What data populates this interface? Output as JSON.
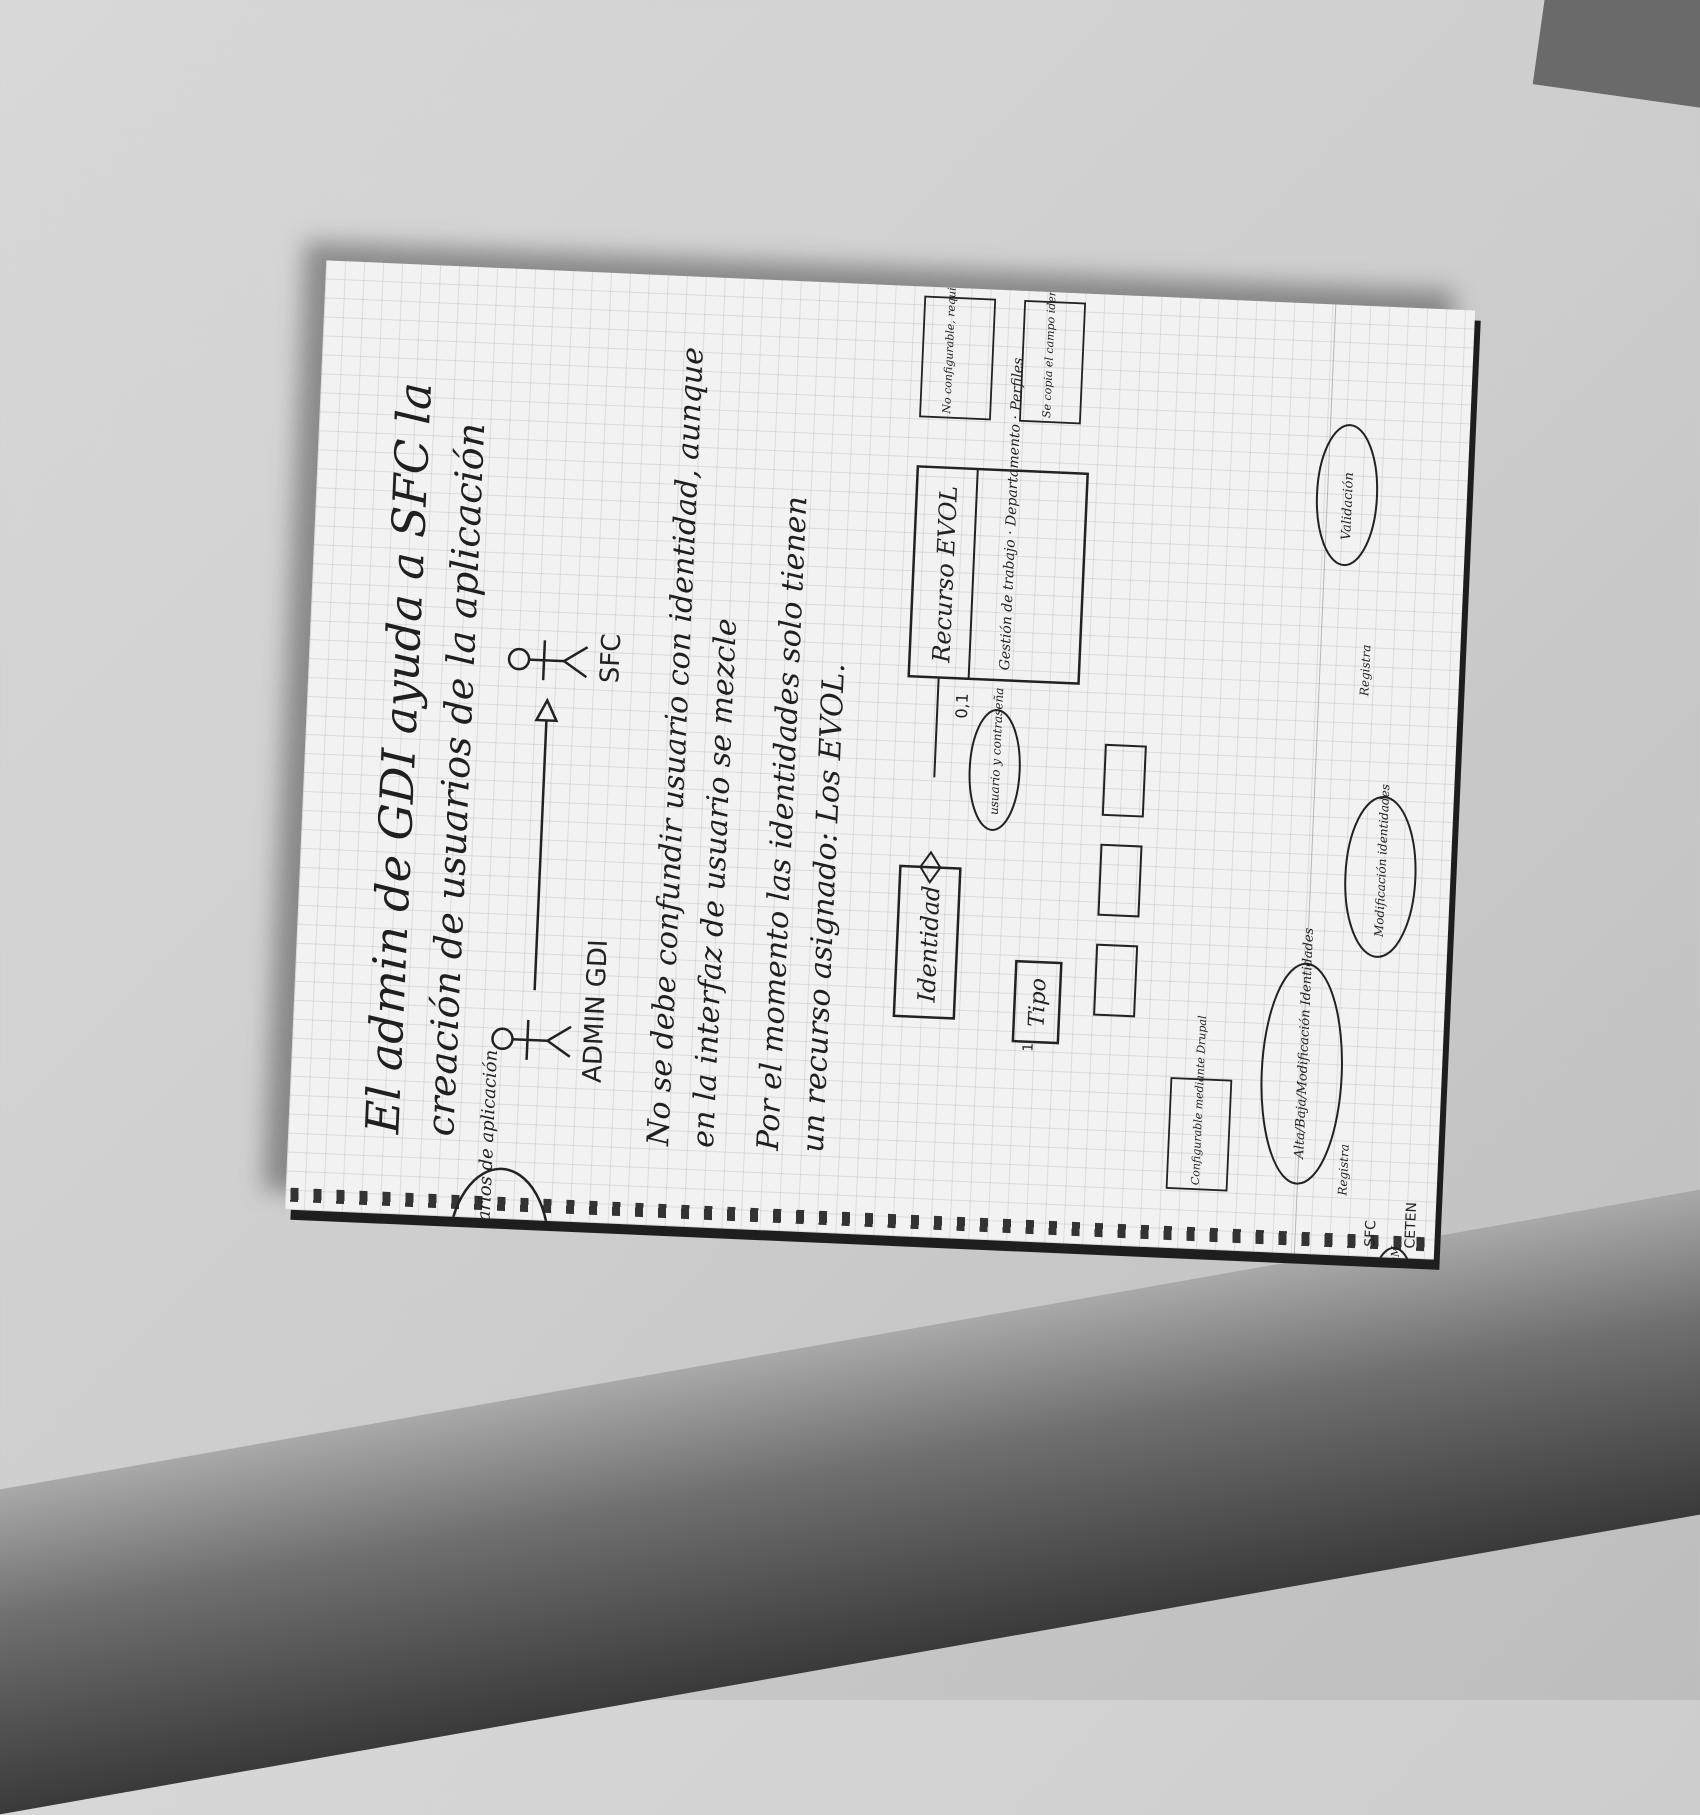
{
  "notes": {
    "heading_line1": "El admin de GDI ayuda a SFC la",
    "heading_line2": "creación de usuarios de la aplicación",
    "actor_left": "ADMIN GDI",
    "actor_right": "SFC",
    "use_case": "Crea usuarios de aplicación",
    "para1_line1": "No se debe confundir usuario con identidad, aunque",
    "para1_line2": "en la interfaz de usuario se mezcle",
    "para2_line1": "Por el momento las identidades solo tienen",
    "para2_line2": "un recurso asignado: Los EVOL."
  },
  "diagram": {
    "identidad": "Identidad",
    "recurso_evol": "Recurso EVOL",
    "recurso_fields": "Gestión de trabajo · Departamento · Perfiles",
    "tipo": "Tipo",
    "usuario_contrasena": "usuario y contraseña",
    "mult_01": "0,1",
    "mult_1": "1",
    "note_no_configurable": "No configurable, requiere programación",
    "note_se_copia": "Se copia el campo identidad",
    "note_configurable": "Configurable mediante Drupal",
    "validacion": "Validación",
    "alta_baja": "Alta/Baja/Modificación Identidades",
    "modificacion": "Modificación identidades",
    "registra_top": "Registra",
    "registra_bottom": "Registra",
    "actor_sfc": "SFC",
    "actor_ceten": "CETEN",
    "contraseña_idm": "Contraseña IDM"
  }
}
